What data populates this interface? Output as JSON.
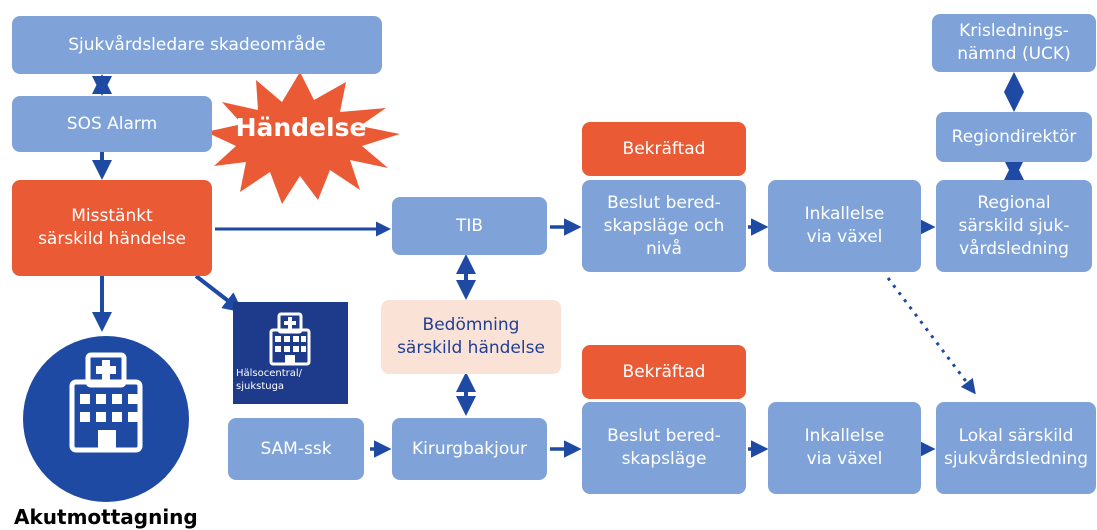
{
  "colors": {
    "box_blue": "#7fa3d8",
    "box_orange": "#ea5b35",
    "box_peach": "#fbe2d6",
    "arrow": "#1e4aa3",
    "icon_navy": "#1e3a8a"
  },
  "nodes": {
    "sjukvardsledare": "Sjukvårdsledare skadeområde",
    "sos_alarm": "SOS Alarm",
    "handelse": "Händelse",
    "misstankt": "Misstänkt\nsärskild händelse",
    "tib": "TIB",
    "bedomning": "Bedömning\nsärskild händelse",
    "bekraftad_top": "Bekräftad",
    "beslut_top": "Beslut bered-\nskapsläge och\nnivå",
    "inkallelse_top": "Inkallelse\nvia växel",
    "regional": "Regional\nsärskild sjuk-\nvårdsledning",
    "regiondirektor": "Regiondirektör",
    "krisledning": "Krislednings-\nnämnd (UCK)",
    "sam_ssk": "SAM-ssk",
    "kirurgbakjour": "Kirurgbakjour",
    "bekraftad_bottom": "Bekräftad",
    "beslut_bottom": "Beslut bered-\nskapsläge",
    "inkallelse_bottom": "Inkallelse\nvia växel",
    "lokal": "Lokal särskild\nsjukvårdsledning",
    "halsocentral": "Hälsocentral/\nsjukstuga",
    "akutmottagning": "Akutmottagning"
  },
  "icons": {
    "starburst": "explosion-burst-icon",
    "halsocentral": "hospital-building-icon",
    "akutmottagning": "hospital-building-icon"
  }
}
